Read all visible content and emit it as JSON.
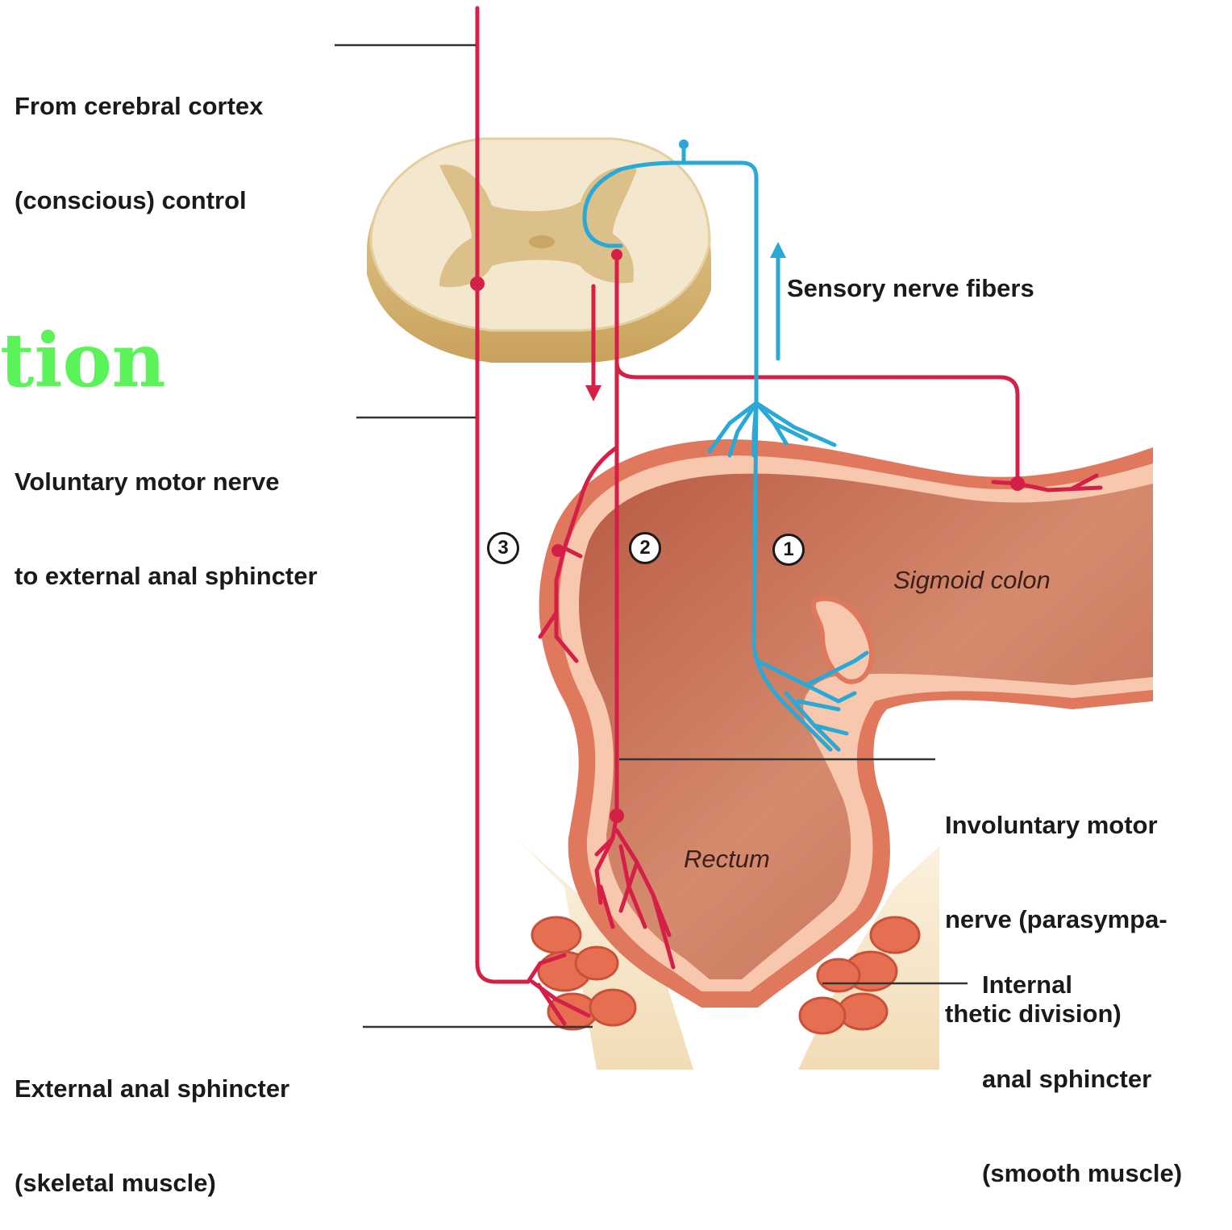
{
  "labels": {
    "cortex_line1": "From cerebral cortex",
    "cortex_line2": "(conscious) control",
    "sensory": "Sensory nerve fibers",
    "overlay": "tion",
    "voluntary_line1": "Voluntary motor nerve",
    "voluntary_line2": "to external anal sphincter",
    "involuntary_line1": "Involuntary motor",
    "involuntary_line2": "nerve (parasympa-",
    "involuntary_line3": "thetic division)",
    "internal_line1": "Internal",
    "internal_line2": "anal sphincter",
    "internal_line3": "(smooth muscle)",
    "external_line1": "External anal sphincter",
    "external_line2": "(skeletal muscle)",
    "sigmoid": "Sigmoid colon",
    "rectum": "Rectum"
  },
  "steps": [
    "1",
    "2",
    "3"
  ],
  "colors": {
    "motor_nerve": "#d41f47",
    "sensory_nerve": "#2aa8d6",
    "spinal_cord": "#f3e7cd",
    "gray_matter": "#dcc08a",
    "colon_wall": "#e0785e",
    "colon_lumen": "#c96b52",
    "overlay_text": "#5cf35a"
  }
}
